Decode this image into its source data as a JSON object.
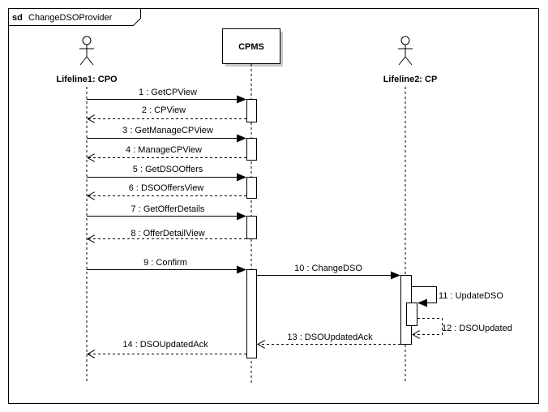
{
  "frame": {
    "keyword": "sd",
    "name": "ChangeDSOProvider"
  },
  "lifelines": [
    {
      "id": "cpo",
      "label": "Lifeline1: CPO",
      "kind": "actor"
    },
    {
      "id": "cpms",
      "label": "CPMS",
      "kind": "box"
    },
    {
      "id": "cp",
      "label": "Lifeline2: CP",
      "kind": "actor"
    }
  ],
  "messages": [
    {
      "label": "1 : GetCPView",
      "from": "cpo",
      "to": "cpms",
      "kind": "sync"
    },
    {
      "label": "2 : CPView",
      "from": "cpms",
      "to": "cpo",
      "kind": "reply"
    },
    {
      "label": "3 : GetManageCPView",
      "from": "cpo",
      "to": "cpms",
      "kind": "sync"
    },
    {
      "label": "4 : ManageCPView",
      "from": "cpms",
      "to": "cpo",
      "kind": "reply"
    },
    {
      "label": "5 : GetDSOOffers",
      "from": "cpo",
      "to": "cpms",
      "kind": "sync"
    },
    {
      "label": "6 : DSOOffersView",
      "from": "cpms",
      "to": "cpo",
      "kind": "reply"
    },
    {
      "label": "7 : GetOfferDetails",
      "from": "cpo",
      "to": "cpms",
      "kind": "sync"
    },
    {
      "label": "8 : OfferDetailView",
      "from": "cpms",
      "to": "cpo",
      "kind": "reply"
    },
    {
      "label": "9 : Confirm",
      "from": "cpo",
      "to": "cpms",
      "kind": "sync"
    },
    {
      "label": "10 : ChangeDSO",
      "from": "cpms",
      "to": "cp",
      "kind": "sync"
    },
    {
      "label": "11 : UpdateDSO",
      "from": "cp",
      "to": "cp",
      "kind": "self-sync"
    },
    {
      "label": "12 : DSOUpdated",
      "from": "cp",
      "to": "cp",
      "kind": "self-reply"
    },
    {
      "label": "13 : DSOUpdatedAck",
      "from": "cp",
      "to": "cpms",
      "kind": "reply"
    },
    {
      "label": "14 : DSOUpdatedAck",
      "from": "cpms",
      "to": "cpo",
      "kind": "reply"
    }
  ]
}
